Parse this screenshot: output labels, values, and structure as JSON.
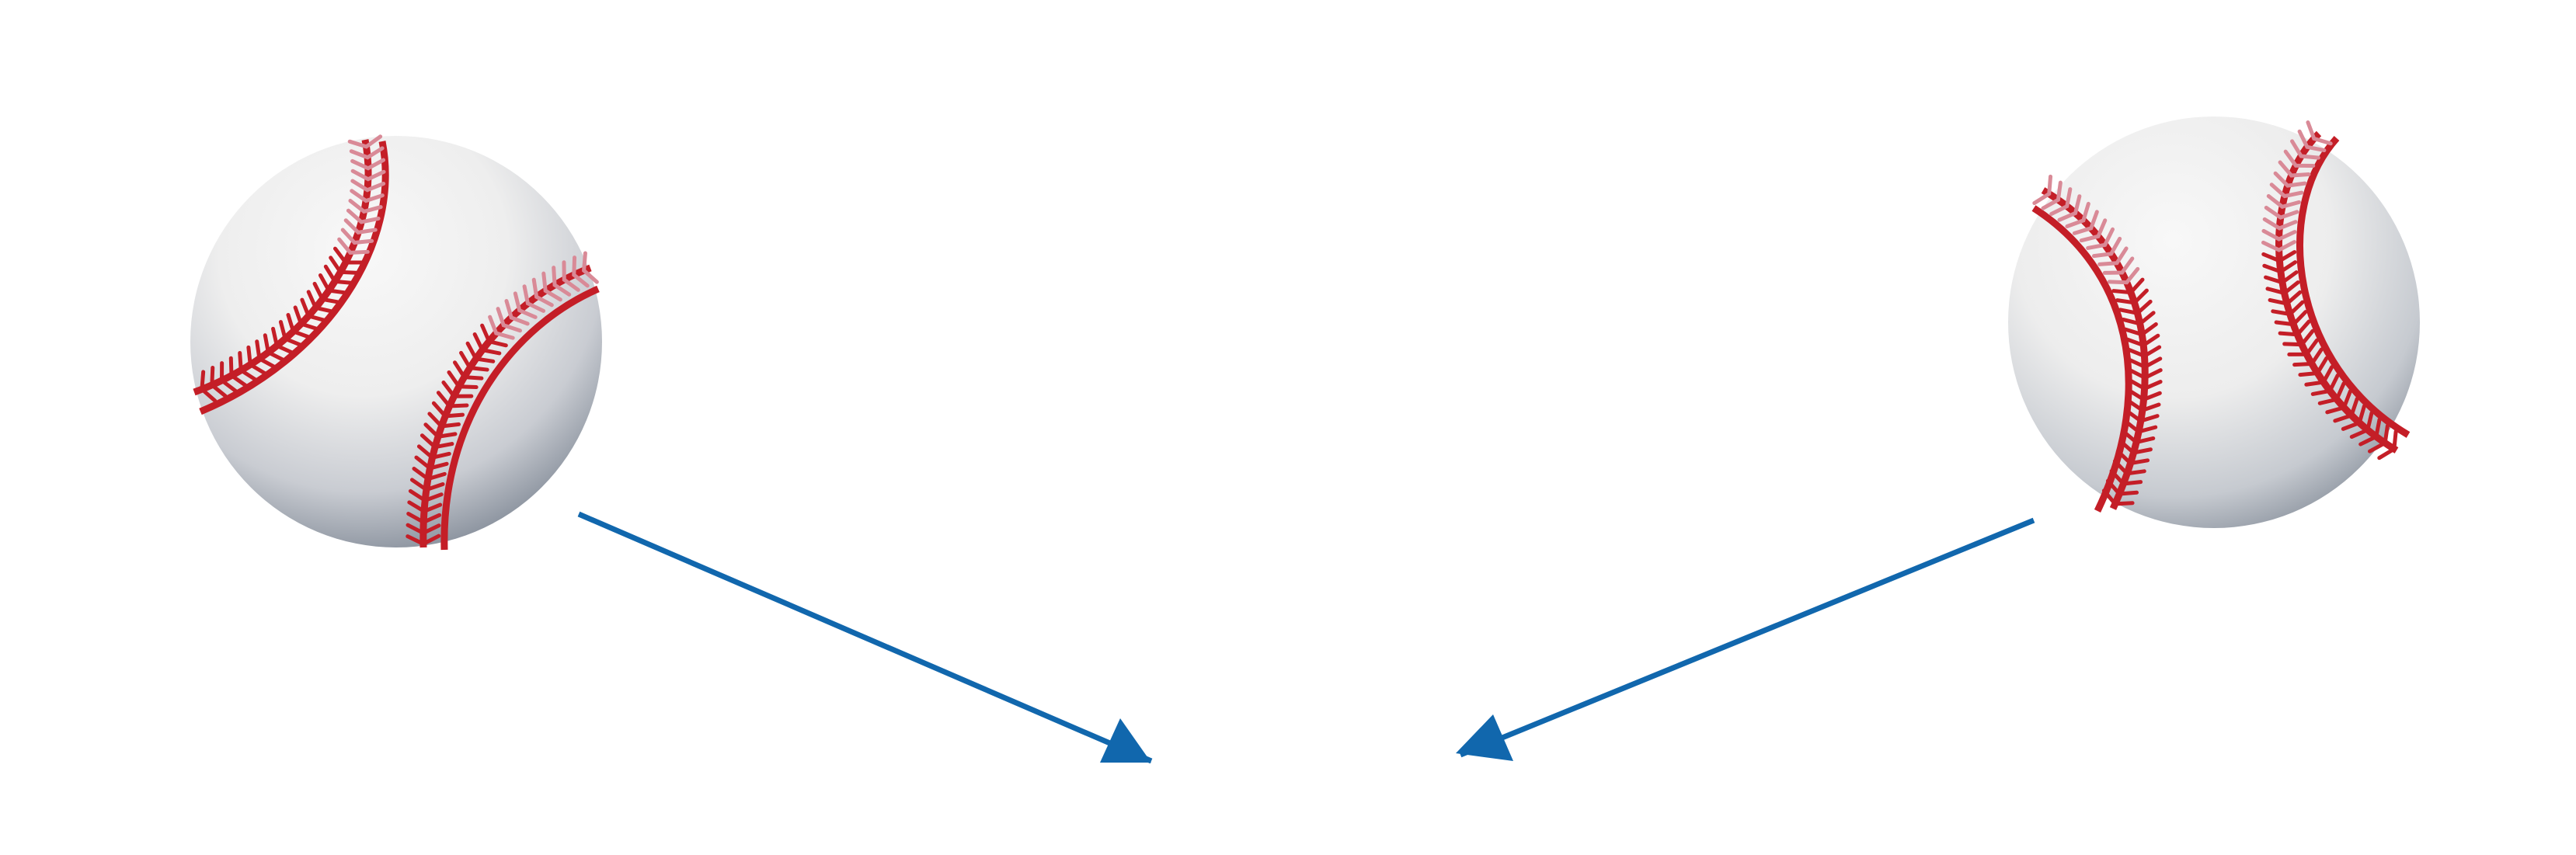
{
  "diagram": {
    "balls": [
      {
        "name": "left-baseball",
        "icon": "baseball-icon"
      },
      {
        "name": "right-baseball",
        "icon": "baseball-icon"
      }
    ],
    "arrows": [
      {
        "name": "left-arrow",
        "direction": "down-right"
      },
      {
        "name": "right-arrow",
        "direction": "down-left"
      }
    ]
  },
  "colors": {
    "arrow": "#1167ad",
    "stitch": "#c41e27",
    "stitch_light": "#d98a97",
    "ball_light": "#f6f6f6",
    "ball_shadow": "#7c8592"
  }
}
